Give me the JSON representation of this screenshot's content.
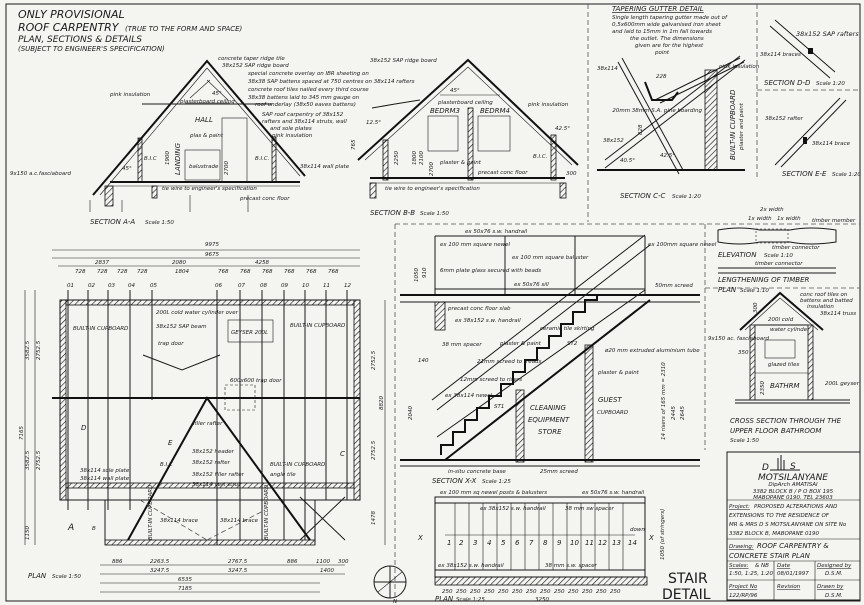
{
  "header": {
    "line1": "ONLY PROVISIONAL",
    "line2": "ROOF CARPENTRY",
    "line2_note": "(TRUE TO THE FORM AND SPACE)",
    "line3": "PLAN, SECTIONS & DETAILS",
    "line4": "(SUBJECT TO ENGINEER'S SPECIFICATION)"
  },
  "section_aa": {
    "title": "SECTION A-A",
    "scale": "Scale 1:50",
    "labels": {
      "ridge_tile": "concrete taper ridge tile",
      "ridge_board": "38x152 SAP ridge board",
      "overlay": "special concrete overlay on IBR sheeting on",
      "battens": "38x38 SAP battens spaced at 750 centres on 38x114 rafters",
      "tiles": "concrete roof tiles nailed every third course",
      "battens2": "38x38 battens laid to 345 mm gauge on",
      "underlay": "roof underlay (38x50 eaves battens)",
      "carpentry": "SAP roof carpentry of 38x152",
      "rafters": "rafters and 38x114 struts, wall",
      "soleplates": "and sole plates",
      "pink": "pink insulation",
      "pink_left": "pink insulation",
      "ceiling": "plasterboard ceiling",
      "hall": "HALL",
      "plaster": "plas & paint",
      "landing": "LANDING",
      "balustrade": "balustrade",
      "bic_left": "B.I.C",
      "bic_right": "B.I.C.",
      "h1": "1900",
      "h2": "2700",
      "angle_top": "45°",
      "angle_left": "45°",
      "fascia": "9x150 a.c.fasciaboard",
      "wallplate": "38x114 wall plate",
      "tiewire": "tie wire to engineer's specification",
      "floor": "precast conc floor"
    }
  },
  "section_bb": {
    "title": "SECTION B-B",
    "scale": "Scale 1:50",
    "labels": {
      "ridge_board": "38x152 SAP ridge board",
      "ceiling": "plasterboard ceiling",
      "bed3": "BEDRM3",
      "bed4": "BEDRM4",
      "pink": "pink insulation",
      "angle_top": "45°",
      "angle_right": "42.5°",
      "angle_left": "12.5°",
      "plaster": "plaster & paint",
      "floor": "precast conc floor",
      "tiewire": "tie wire to engineer's specification",
      "bic": "B.I.C.",
      "d1": "2250",
      "d2": "1800",
      "d3": "2100",
      "d4": "2700",
      "d5": "765",
      "d6": "300"
    }
  },
  "gutter": {
    "title": "TAPERING GUTTER DETAIL",
    "desc1": "Single length tapering gutter made out of",
    "desc2": "0,5x600mm wide galvanised iron sheet",
    "desc3": "and laid to 15mm in 1m fall towards",
    "desc4": "the outlet. The dimensions",
    "desc5": "given are for the highest",
    "desc6": "point",
    "brace": "38x114",
    "rafter": "38x152",
    "dim": "228",
    "boarding": "20mm 38mm S.A. pine boarding",
    "pink": "pink insulation",
    "cupboard": "BUILT-IN CUPBOARD",
    "cupboard_note": "plaster and paint",
    "angle1": "40.5°",
    "angle2": "42.5°",
    "height": "828",
    "title_cc": "SECTION C-C",
    "scale_cc": "Scale 1:20"
  },
  "section_dd": {
    "rafter": "38x152 SAP rafters",
    "brace": "38x114 braces",
    "title": "SECTION D-D",
    "scale": "Scale 1:20"
  },
  "section_ee": {
    "rafter": "38x152 rafter",
    "brace": "38x114 brace",
    "title": "SECTION E-E",
    "scale": "Scale 1:20"
  },
  "lengthening": {
    "width2": "2x width",
    "width_a": "1x width",
    "width_b": "1x width",
    "member": "timber member",
    "connector1": "timber connector",
    "elevation": "ELEVATION",
    "elev_scale": "Scale 1:10",
    "connector2": "timber connector",
    "title": "LENGTHENING OF TIMBER",
    "plan": "PLAN",
    "plan_scale": "Scale 1:10"
  },
  "bathroom": {
    "roof_note1": "conc roof tiles on",
    "roof_note2": "battens and batted",
    "roof_note3": "insulation",
    "truss": "38x114 truss",
    "fascia": "9x150 ac. fasciaboard",
    "cylinder1": "200l cold",
    "cylinder2": "water cylinder",
    "tiles": "glazed tiles",
    "room": "BATHRM",
    "geyser": "200L geyser",
    "h1": "2350",
    "h2": "300",
    "h3": "350",
    "title1": "CROSS SECTION THROUGH THE",
    "title2": "UPPER FLOOR BATHROOM",
    "scale": "Scale 1:50"
  },
  "plan": {
    "title": "PLAN",
    "scale": "Scale 1:50",
    "dims_top": [
      "9975",
      "9675",
      "2837",
      "2080",
      "4258",
      "1804"
    ],
    "rafter_spacing": [
      "728",
      "728",
      "728",
      "728",
      "768",
      "768",
      "768",
      "768",
      "768",
      "768"
    ],
    "rafter_ids": [
      "01",
      "02",
      "03",
      "04",
      "05",
      "06",
      "07",
      "08",
      "09",
      "10",
      "11",
      "12"
    ],
    "dims_bottom": [
      "886",
      "2263.5",
      "2767.5",
      "886",
      "1100",
      "300",
      "3247.5",
      "3247.5",
      "1400",
      "6535",
      "7185"
    ],
    "dims_side": [
      "7165",
      "3582.5",
      "3582.5",
      "2752.5",
      "2752.5",
      "8820",
      "2752.5",
      "2752.5",
      "1150",
      "1478"
    ],
    "labels": {
      "bic1": "BUILT-IN CUPBOARD",
      "bic2": "BUILT-IN CUPBOARD",
      "bic3": "BUILT-IN CUPBOARD",
      "geyser": "GEYSER 200L",
      "cylinder": "200L cold water cylinder over",
      "beam": "38x152 SAP beam",
      "trapdoor": "trap door",
      "trapdoor2": "600x600 trap door",
      "filler": "filler rafter",
      "header": "38x152 header",
      "rafter": "38x152 rafter",
      "filler2": "38x152 filler rafter",
      "strut": "38x114 vert strut",
      "soleplate": "38x114 sole plate",
      "wallplate": "38x114 wall plate",
      "angle": "angle tile",
      "brace1": "38x114 brace",
      "brace2": "38x114 brace",
      "bic_small": "B.I.C",
      "cup1": "BUILT-IN CUPBOARD",
      "cup2": "BUILT-IN CUPBOARD",
      "sec_a": "A",
      "sec_b": "B",
      "sec_c": "C",
      "sec_d": "D",
      "sec_e": "E",
      "north": "N"
    }
  },
  "stair_section": {
    "title": "SECTION X-X",
    "scale": "Scale 1:25",
    "labels": {
      "handrail_top": "ex 50x76 s.w. handrail",
      "newel": "ex 100 mm square newel",
      "newel_r": "ex 100mm square newel",
      "glass": "6mm plate glass secured with beads",
      "baluster": "ex 100 mm square baluster",
      "sill": "ex 50x76 sill",
      "screed50": "50mm screed",
      "slab": "precast conc floor slab",
      "handrail": "ex 38x152 s.w. handrail",
      "skirting": "ceramic tile skirting",
      "spacer": "38 mm spacer",
      "plaster": "plaster & paint",
      "st2": "ST2",
      "st1": "ST1",
      "tube": "ø20 mm extruded aluminium tube",
      "screed21": "21mm screed to treads",
      "screed12": "12mm screed to risers",
      "plaster2": "plaster & paint",
      "newel_low": "ex 38x114 newel",
      "cleaning": "CLEANING",
      "equipment": "EQUIPMENT",
      "store": "STORE",
      "guest": "GUEST",
      "cupboard": "CUPBOARD",
      "risers": "14 risers of 165 mm = 2310",
      "base": "in-situ concrete base",
      "screed25": "25mm screed",
      "d1": "1050",
      "d2": "910",
      "d3": "2040",
      "d4": "140",
      "d5": "2445",
      "d6": "2645"
    }
  },
  "stair_plan": {
    "title": "PLAN",
    "scale": "Scale 1:25",
    "labels": {
      "newel": "ex 100 mm sq newel posts & balusters",
      "handrail": "ex 50x76 s.w. handrail",
      "handrail2": "ex 38x152 s.w. handrail",
      "spacer": "38 mm sw spacer",
      "handrail3": "ex 38x152 s.w. handrail",
      "spacer2": "38 mm s.w. spacer",
      "width": "1050 (of stringers)",
      "total": "3250",
      "down": "down"
    },
    "steps": [
      "1",
      "2",
      "3",
      "4",
      "5",
      "6",
      "7",
      "8",
      "9",
      "10",
      "11",
      "12",
      "13",
      "14"
    ],
    "goings": [
      "250",
      "250",
      "250",
      "250",
      "250",
      "250",
      "250",
      "250",
      "250",
      "250",
      "250",
      "250",
      "250"
    ],
    "x_mark": "X",
    "stair1": "STAIR",
    "stair2": "DETAIL"
  },
  "title_block": {
    "logo_left": "D",
    "logo_right": "S",
    "firm": "MOTSILANYANE",
    "qualification": "DipArch AMATISAI",
    "address": "3382 BLOCK B / P O BOX 195",
    "address2": "MABOPANE 0190. TEL 23603",
    "project_label": "Project:",
    "project1": "PROPOSED ALTERATIONS AND",
    "project2": "EXTENSIONS TO THE RESIDENCE OF",
    "project3": "MR & MRS D S MOTSILANYANE ON SITE No",
    "project4": "3382 BLOCK B, MABOPANE 0190",
    "drawing_label": "Drawing:",
    "drawing1": "ROOF CARPENTRY &",
    "drawing2": "CONCRETE STAIR PLAN",
    "scales_label": "Scales:",
    "scales": "1:50, 1:25, 1:20",
    "scales2": "& NB",
    "date_label": "Date",
    "date": "08/01/1997",
    "designed_label": "Designed by",
    "designed": "D.S.M.",
    "project_no_label": "Project No",
    "project_no": "122/RP/96",
    "revision_label": "Revision",
    "drawn_label": "Drawn by",
    "drawn": "D.S.M."
  }
}
